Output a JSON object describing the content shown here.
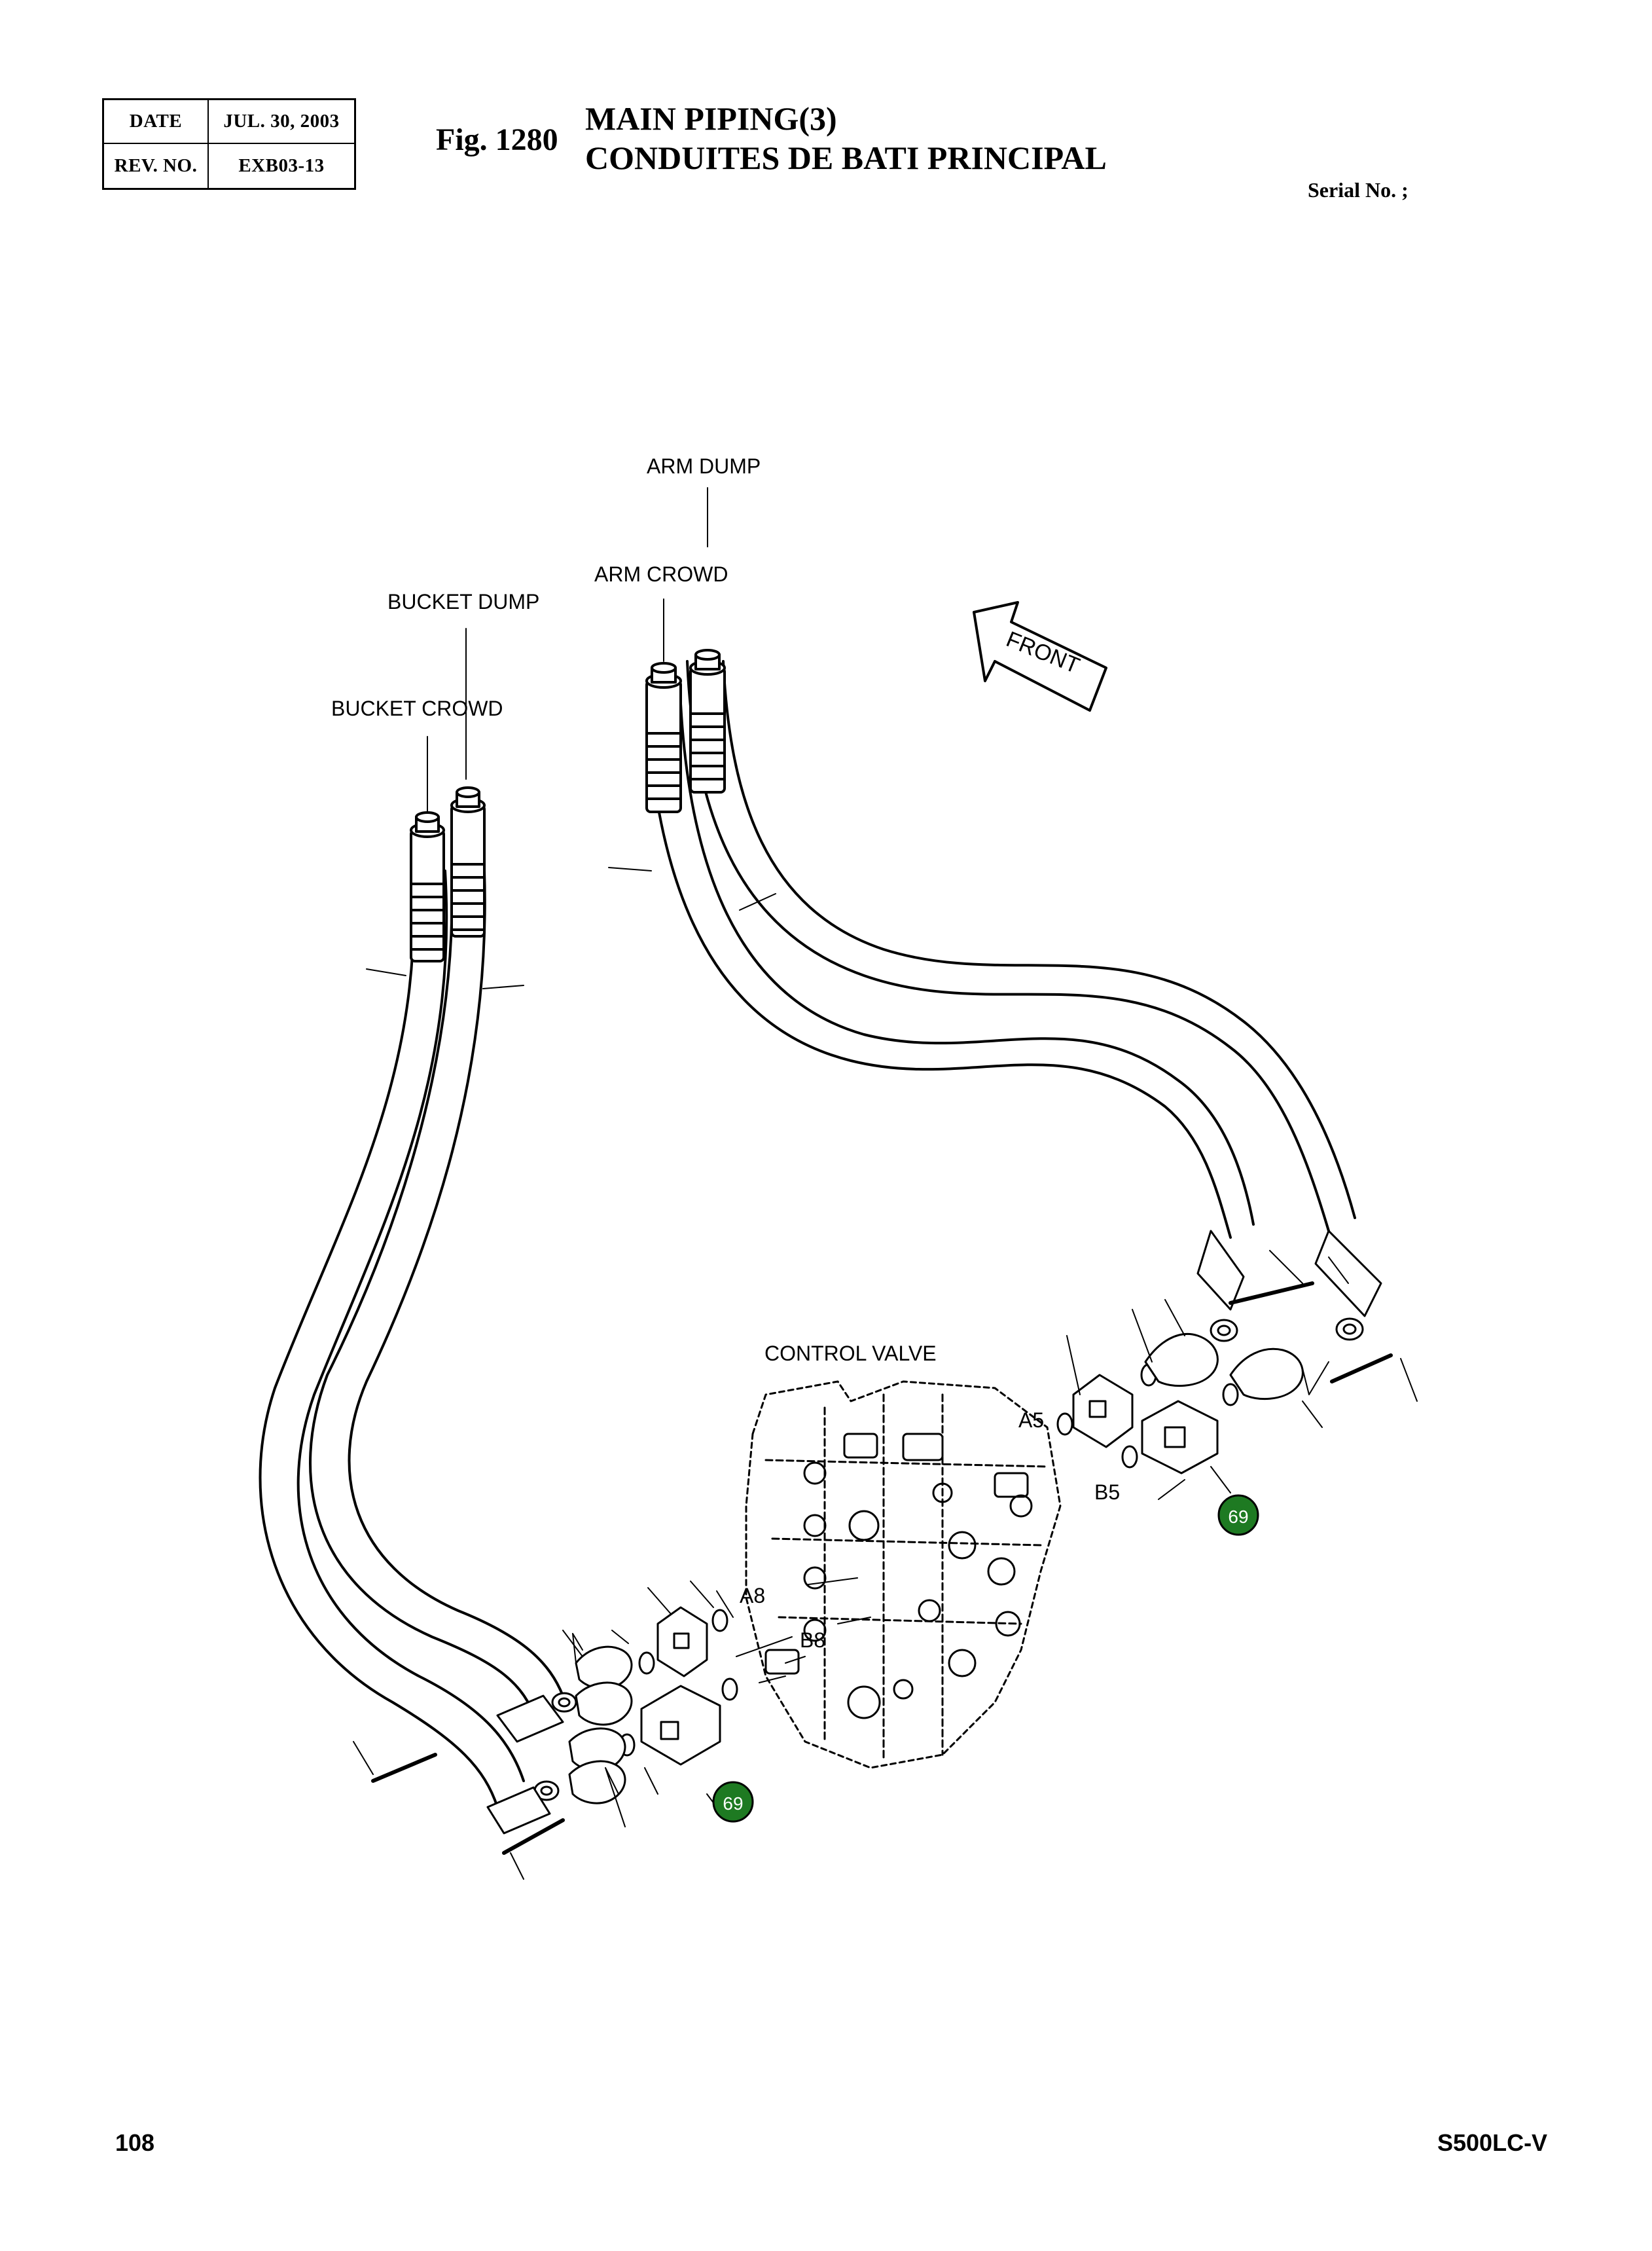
{
  "header": {
    "date_label": "DATE",
    "date_value": "JUL. 30, 2003",
    "rev_label": "REV. NO.",
    "rev_value": "EXB03-13"
  },
  "figure": {
    "number": "Fig. 1280",
    "title_en": "MAIN PIPING(3)",
    "title_fr": "CONDUITES DE BATI PRINCIPAL",
    "serial": "Serial No. ;"
  },
  "callouts": {
    "arm_dump": "ARM DUMP",
    "arm_crowd": "ARM CROWD",
    "bucket_dump": "BUCKET DUMP",
    "bucket_crowd": "BUCKET CROWD",
    "front": "FRONT",
    "control_valve": "CONTROL VALVE",
    "port_a5": "A5",
    "port_b5": "B5",
    "port_a8": "A8",
    "port_b8": "B8"
  },
  "part_badges": {
    "upper": "69",
    "lower": "69",
    "fill_color": "#1e7a22"
  },
  "footer": {
    "page_number": "108",
    "model": "S500LC-V"
  }
}
